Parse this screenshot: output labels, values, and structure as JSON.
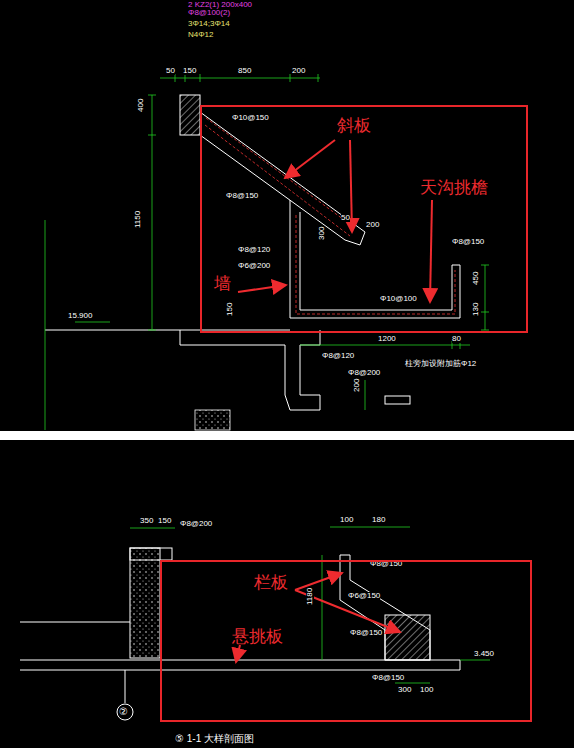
{
  "diagram": {
    "nodes": [
      {
        "text": [
          "斜板",
          "天沟挑檐",
          "墙"
        ]
      },
      {
        "text": [
          "栏板",
          "悬挑板"
        ]
      }
    ],
    "labels": [
      "2 KZ2(1) 200x400",
      "Φ8@100(2)",
      "3Φ14;3Φ14",
      "N4Φ12",
      "50",
      "150",
      "850",
      "200",
      "400",
      "1150",
      "15.900",
      "Φ10@150",
      "Φ8@150",
      "Φ8@120",
      "Φ6@200",
      "50",
      "200",
      "300",
      "Φ8@150",
      "Φ10@100",
      "450",
      "130",
      "150",
      "1200",
      "80",
      "Φ8@120",
      "Φ8@200",
      "柱旁加设附加筋Φ12",
      "200",
      "350",
      "150",
      "Φ8@200",
      "100",
      "180",
      "Φ8@150",
      "Φ6@150",
      "Φ8@150",
      "1180",
      "3.450",
      "300",
      "100",
      "Φ8@150",
      "②",
      "⑤ 1-1 大样剖面图"
    ]
  }
}
